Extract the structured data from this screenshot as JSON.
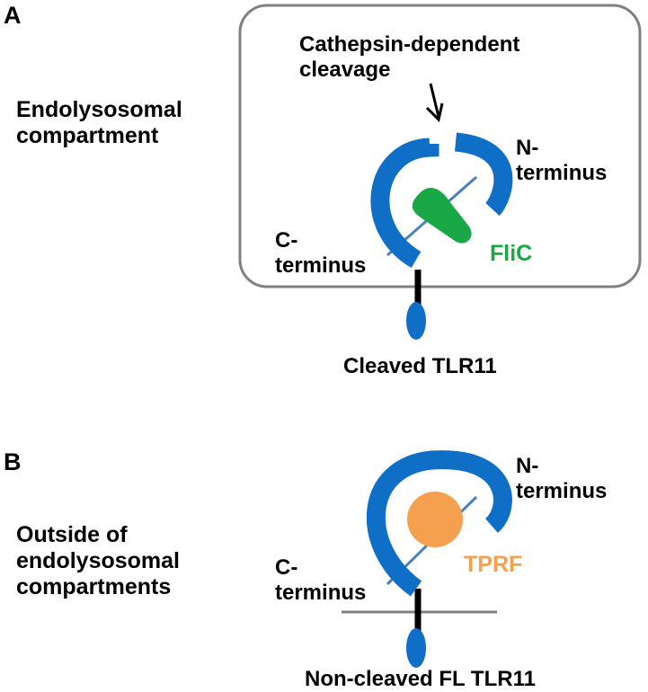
{
  "panel_a": {
    "letter": "A",
    "compartment_label": "Endolysosomal\ncompartment",
    "cleavage_label": "Cathepsin-dependent\ncleavage",
    "n_terminus": "N-\nterminus",
    "c_terminus": "C-\nterminus",
    "ligand": "FliC",
    "caption": "Cleaved TLR11"
  },
  "panel_b": {
    "letter": "B",
    "compartment_label": "Outside of\nendolysosomal\ncompartments",
    "n_terminus": "N-\nterminus",
    "c_terminus": "C-\nterminus",
    "ligand": "TPRF",
    "caption": "Non-cleaved FL TLR11"
  },
  "colors": {
    "receptor_blue": "#0f6fc6",
    "flic_green": "#1aa846",
    "tprf_orange": "#f5a04f",
    "outline_grey": "#808080",
    "stalk_black": "#000000"
  }
}
